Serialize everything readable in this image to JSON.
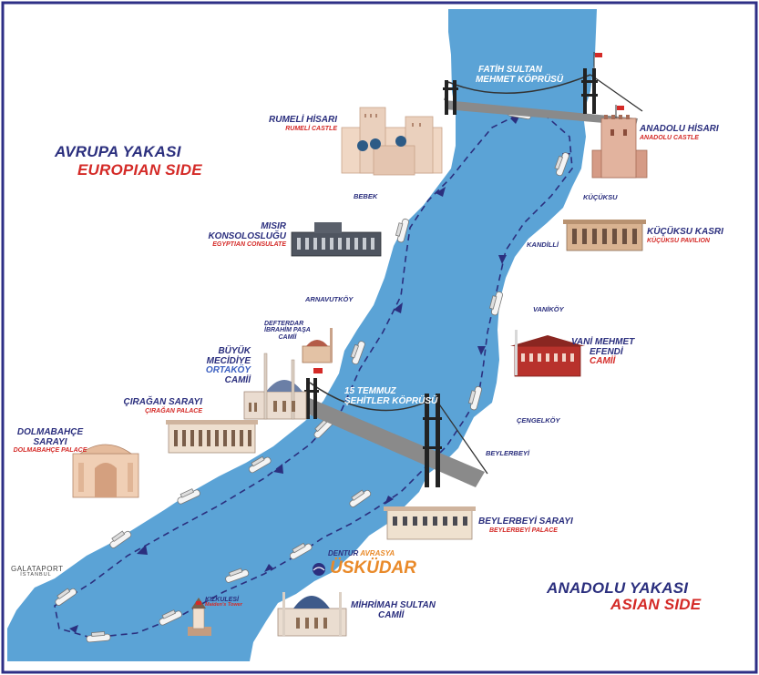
{
  "sides": {
    "europe_tr": "AVRUPA YAKASI",
    "europe_en": "EUROPIAN SIDE",
    "asia_tr": "ANADOLU YAKASI",
    "asia_en": "ASIAN SIDE"
  },
  "bridges": {
    "fsm_line1": "FATİH SULTAN",
    "fsm_line2": "MEHMET KÖPRÜSÜ",
    "july15_line1": "15 TEMMUZ",
    "july15_line2": "ŞEHİTLER KÖPRÜSÜ"
  },
  "landmarks": {
    "rumeli": {
      "tr": "RUMELİ HİSARI",
      "en": "RUMELİ CASTLE"
    },
    "anadolu": {
      "tr": "ANADOLU HİSARI",
      "en": "ANADOLU CASTLE"
    },
    "kucuksu": {
      "tr": "KÜÇÜKSU KASRI",
      "en": "KÜÇÜKSU PAVILION"
    },
    "misir": {
      "tr1": "MISIR",
      "tr2": "KONSOLOSLUĞU",
      "en": "EGYPTIAN CONSULATE"
    },
    "defterdar": {
      "l1": "DEFTERDAR",
      "l2": "İBRAHİM PAŞA",
      "l3": "CAMİİ"
    },
    "ortakoy": {
      "l1": "BÜYÜK",
      "l2": "MECİDİYE",
      "l3": "ORTAKÖY",
      "l4": "CAMİİ"
    },
    "ciragan": {
      "tr": "ÇIRAĞAN SARAYI",
      "en": "ÇIRAĞAN PALACE"
    },
    "dolmabahce": {
      "tr1": "DOLMABAHÇE",
      "tr2": "SARAYI",
      "en": "DOLMABAHÇE PALACE"
    },
    "vani": {
      "l1": "VANİ MEHMET",
      "l2": "EFENDİ",
      "l3": "CAMİİ"
    },
    "beylerbeyi": {
      "tr": "BEYLERBEYİ SARAYI",
      "en": "BEYLERBEYİ PALACE"
    },
    "mihrimah": {
      "l1": "MİHRİMAH SULTAN",
      "l2": "CAMİİ"
    },
    "kizkulesi": {
      "tr": "KIZKULESİ",
      "en": "Maiden's Tower"
    }
  },
  "districts": {
    "bebek": "BEBEK",
    "kucuksu": "KÜÇÜKSU",
    "kandilli": "KANDİLLİ",
    "arnavutkoy": "ARNAVUTKÖY",
    "vanikoy": "VANİKÖY",
    "cengelkoy": "ÇENGELKÖY",
    "beylerbeyi": "BEYLERBEYİ"
  },
  "brand": {
    "galataport_1": "GALATAPORT",
    "galataport_2": "İSTANBUL",
    "dentur_1": "DENTUR",
    "dentur_2": "AVRASYA",
    "uskudar": "ÜSKÜDAR"
  },
  "colors": {
    "water": "#5ba3d6",
    "navy": "#2b2f7e",
    "red": "#d42a27",
    "orange": "#e98a2a",
    "frame": "#2e2f86"
  },
  "icons": [
    "bridge-icon",
    "castle-icon",
    "mosque-icon",
    "palace-icon",
    "ferry-icon",
    "tower-icon",
    "flag-icon"
  ]
}
